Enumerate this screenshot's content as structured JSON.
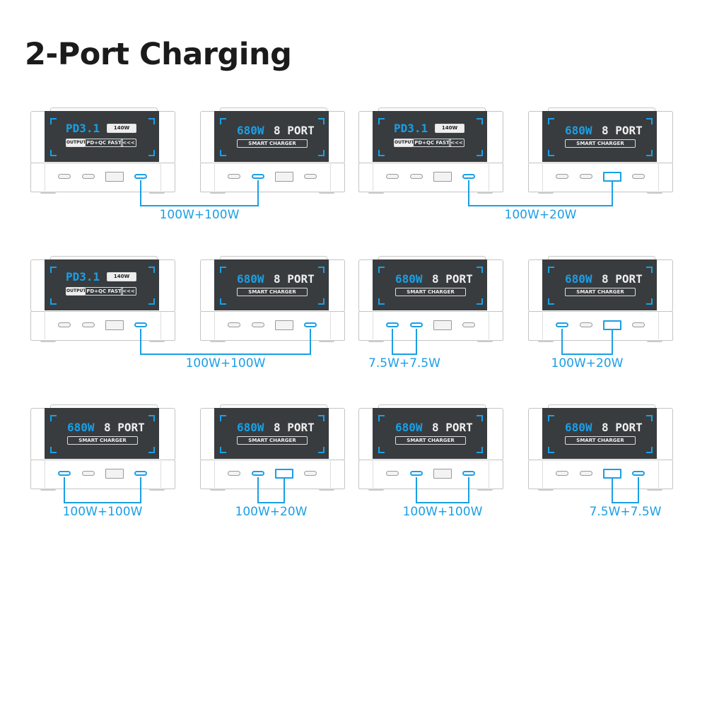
{
  "title": "2-Port Charging",
  "accent_color": "#1a9fe6",
  "screens": {
    "pd31": {
      "headline": "PD3.1",
      "badge": "140W",
      "output": "OUTPUT",
      "mode": "PD+QC FAST",
      "arrows": "<<<"
    },
    "p680": {
      "headline": "680W",
      "ports": "8 PORT",
      "subtitle": "SMART CHARGER"
    }
  },
  "port_types": [
    "usb-c",
    "usb-c",
    "usb-a",
    "usb-c"
  ],
  "rows": [
    {
      "units": [
        {
          "screen": "pd31",
          "active_ports": [
            3
          ]
        },
        {
          "screen": "p680",
          "active_ports": [
            1
          ]
        },
        {
          "screen": "pd31",
          "active_ports": [
            3
          ]
        },
        {
          "screen": "p680",
          "active_ports": [
            2
          ]
        }
      ],
      "connections": [
        {
          "ends": [
            [
              0,
              3
            ],
            [
              1,
              1
            ]
          ],
          "label": "100W+100W"
        },
        {
          "ends": [
            [
              2,
              3
            ],
            [
              3,
              2
            ]
          ],
          "label": "100W+20W"
        }
      ]
    },
    {
      "units": [
        {
          "screen": "pd31",
          "active_ports": [
            3
          ]
        },
        {
          "screen": "p680",
          "active_ports": [
            3
          ]
        },
        {
          "screen": "p680",
          "active_ports": [
            0,
            1
          ]
        },
        {
          "screen": "p680",
          "active_ports": [
            0,
            2
          ]
        }
      ],
      "connections": [
        {
          "ends": [
            [
              0,
              3
            ],
            [
              1,
              3
            ]
          ],
          "label": "100W+100W"
        },
        {
          "ends": [
            [
              2,
              0
            ],
            [
              2,
              1
            ]
          ],
          "label": "7.5W+7.5W"
        },
        {
          "ends": [
            [
              3,
              0
            ],
            [
              3,
              2
            ]
          ],
          "label": "100W+20W"
        }
      ]
    },
    {
      "units": [
        {
          "screen": "p680",
          "active_ports": [
            0,
            3
          ]
        },
        {
          "screen": "p680",
          "active_ports": [
            1,
            2
          ]
        },
        {
          "screen": "p680",
          "active_ports": [
            1,
            3
          ]
        },
        {
          "screen": "p680",
          "active_ports": [
            2,
            3
          ]
        }
      ],
      "connections": [
        {
          "ends": [
            [
              0,
              0
            ],
            [
              0,
              3
            ]
          ],
          "label": "100W+100W"
        },
        {
          "ends": [
            [
              1,
              1
            ],
            [
              1,
              2
            ]
          ],
          "label": "100W+20W"
        },
        {
          "ends": [
            [
              2,
              1
            ],
            [
              2,
              3
            ]
          ],
          "label": "100W+100W"
        },
        {
          "ends": [
            [
              3,
              2
            ],
            [
              3,
              3
            ]
          ],
          "label": "7.5W+7.5W"
        }
      ]
    }
  ]
}
